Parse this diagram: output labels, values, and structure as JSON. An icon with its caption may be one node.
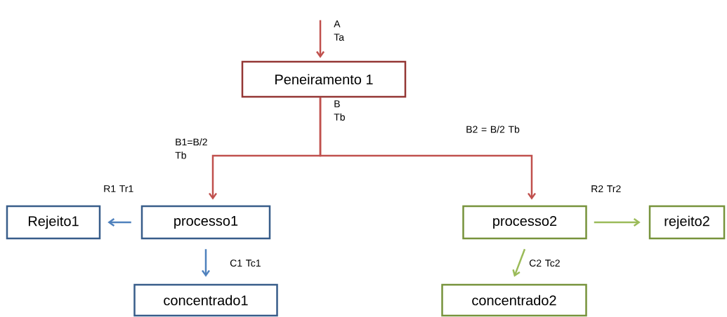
{
  "diagram": {
    "nodes": [
      {
        "text": [
          "Peneiramento 1"
        ]
      },
      {
        "text": [
          "Rejeito1"
        ]
      },
      {
        "text": [
          "processo1"
        ]
      },
      {
        "text": [
          "processo2"
        ]
      },
      {
        "text": [
          "rejeito2"
        ]
      },
      {
        "text": [
          "concentrado1"
        ]
      },
      {
        "text": [
          "concentrado2"
        ]
      }
    ],
    "edges": [
      {
        "from": null,
        "to": 0,
        "arrow": "to",
        "label": "A Ta",
        "color": "#c0504d"
      },
      {
        "from": 0,
        "to": 2,
        "arrow": "to",
        "label": "B1=B/2 Tb",
        "color": "#c0504d"
      },
      {
        "from": 0,
        "to": 3,
        "arrow": "to",
        "label": "B2 = B/2 Tb",
        "color": "#c0504d"
      },
      {
        "from": 2,
        "to": 1,
        "arrow": "to",
        "label": "R1 Tr1",
        "color": "#4f81bd"
      },
      {
        "from": 2,
        "to": 5,
        "arrow": "to",
        "label": "C1 Tc1",
        "color": "#4f81bd"
      },
      {
        "from": 3,
        "to": 4,
        "arrow": "to",
        "label": "R2 Tr2",
        "color": "#9bbb59"
      },
      {
        "from": 3,
        "to": 6,
        "arrow": "to",
        "label": "C2 Tc2",
        "color": "#9bbb59"
      }
    ],
    "labels": [
      "B Tb"
    ]
  }
}
